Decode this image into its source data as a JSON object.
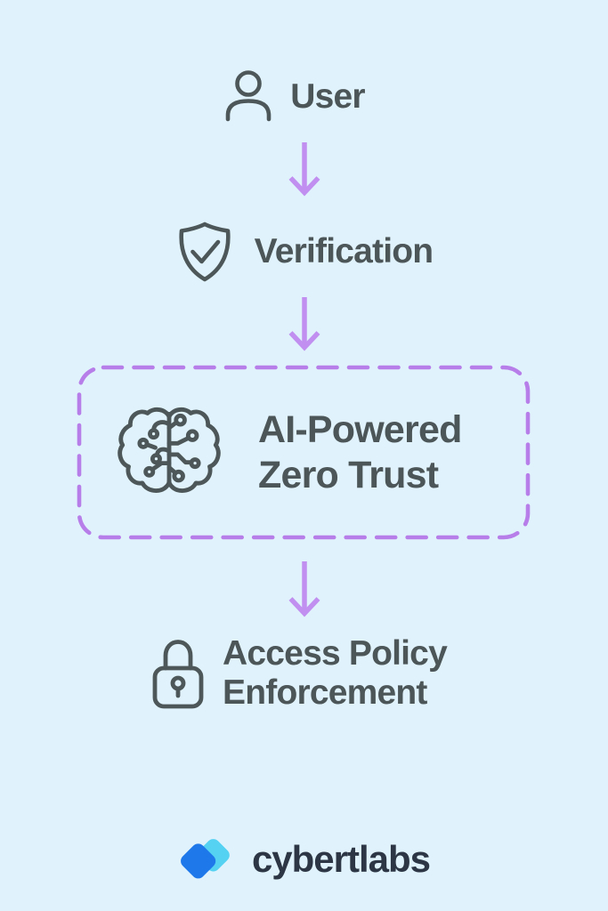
{
  "flow": {
    "steps": [
      {
        "id": "user",
        "label": "User",
        "icon": "user-icon"
      },
      {
        "id": "verification",
        "label": "Verification",
        "icon": "shield-check-icon"
      },
      {
        "id": "ai-zero-trust",
        "label": "AI-Powered Zero Trust",
        "label_line1": "AI-Powered",
        "label_line2": "Zero Trust",
        "icon": "brain-circuit-icon",
        "highlighted": true
      },
      {
        "id": "access-policy",
        "label": "Access Policy Enforcement",
        "label_line1": "Access Policy",
        "label_line2": "Enforcement",
        "icon": "lock-icon"
      }
    ],
    "connectors": 3
  },
  "branding": {
    "logo_text": "cybertlabs"
  },
  "colors": {
    "background": "#e0f3fc",
    "icon_and_label": "#4d5759",
    "arrow_purple": "#c08ff0",
    "box_border_purple": "#b77de9",
    "logo_blue": "#1e78e9",
    "logo_cyan": "#55d1f2",
    "logo_text": "#2c3645"
  }
}
